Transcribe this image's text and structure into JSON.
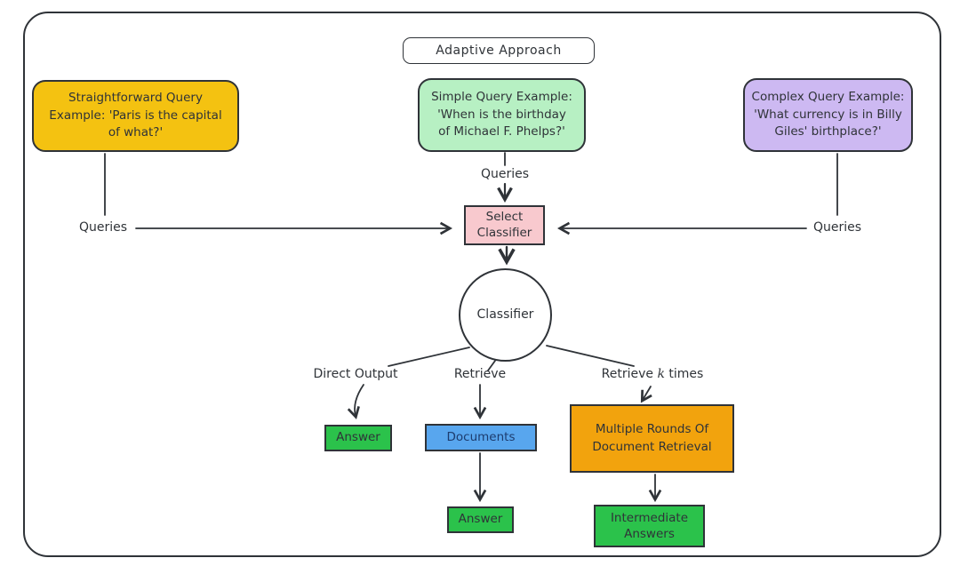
{
  "title": {
    "label": "Adaptive Approach"
  },
  "colors": {
    "ink": "#2f3338",
    "yellow": "#f4c211",
    "light_green": "#b7f0c3",
    "purple": "#cdb9f2",
    "pink": "#f8c9ce",
    "green": "#2bc24b",
    "blue": "#58a6ee",
    "orange": "#f2a30d"
  },
  "nodes": {
    "straightforward_query": {
      "label": "Straightforward Query\nExample: 'Paris is the capital\nof what?'"
    },
    "simple_query": {
      "label": "Simple Query Example:\n'When is the birthday\nof Michael F. Phelps?'"
    },
    "complex_query": {
      "label": "Complex Query Example:\n'What currency is in Billy\nGiles' birthplace?'"
    },
    "select_classifier": {
      "label": "Select\nClassifier"
    },
    "classifier": {
      "label": "Classifier"
    },
    "answer_direct": {
      "label": "Answer"
    },
    "documents": {
      "label": "Documents"
    },
    "multi_round_retrieval": {
      "label": "Multiple Rounds Of\nDocument Retrieval"
    },
    "answer_retrieve": {
      "label": "Answer"
    },
    "intermediate_answers": {
      "label": "Intermediate\nAnswers"
    }
  },
  "edge_labels": {
    "queries_left": "Queries",
    "queries_top": "Queries",
    "queries_right": "Queries",
    "direct_output": "Direct Output",
    "retrieve": "Retrieve",
    "retrieve_k_pre": "Retrieve ",
    "retrieve_k_var": "k",
    "retrieve_k_post": " times"
  }
}
